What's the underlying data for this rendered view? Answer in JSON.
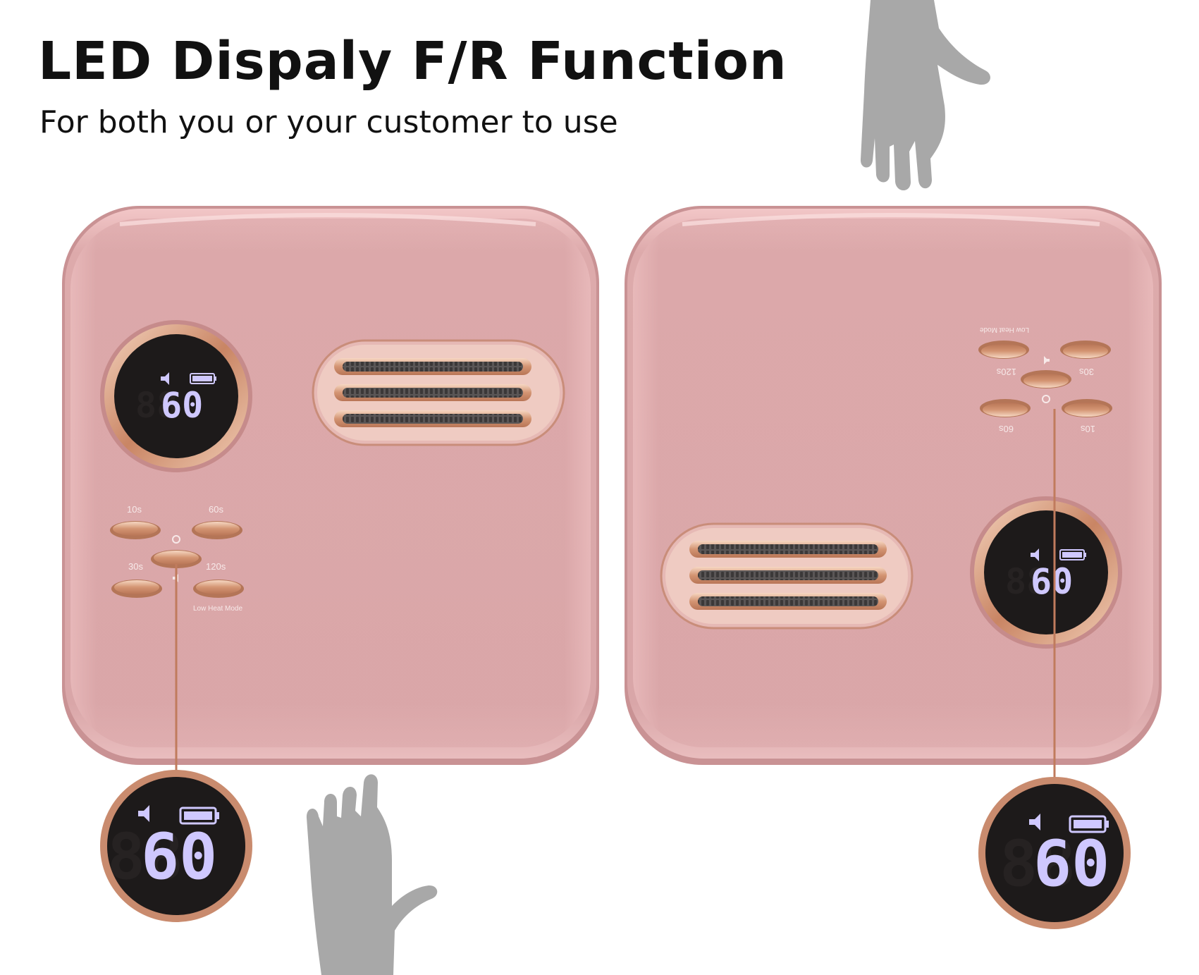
{
  "header": {
    "title": "LED Dispaly F/R Function",
    "subtitle": "For both you or your customer to use"
  },
  "left_lamp": {
    "display_value": "60",
    "buttons": {
      "label_10s": "10s",
      "label_60s": "60s",
      "label_30s": "30s",
      "label_120s": "120s",
      "low_heat": "Low Heat Mode"
    }
  },
  "right_lamp": {
    "display_value": "60",
    "buttons": {
      "label_10s": "10s",
      "label_60s": "60s",
      "label_30s": "30s",
      "label_120s": "120s",
      "low_heat": "Low Heat Mode"
    }
  },
  "zoom_left": {
    "display_value": "60"
  },
  "zoom_right": {
    "display_value": "60"
  },
  "colors": {
    "body_pink": "#dca9ab",
    "rose_gold": "#d9a07e",
    "display_bg": "#1d1a1a",
    "hand_gray": "#a8a8a8"
  }
}
